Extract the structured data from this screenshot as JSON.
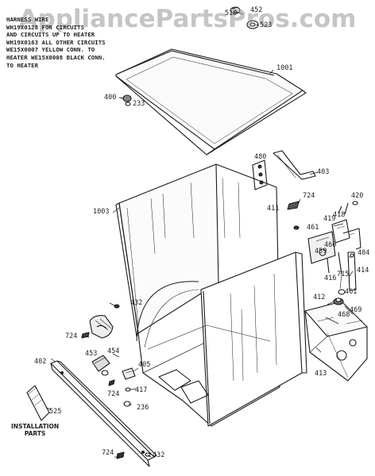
{
  "watermark": "AppliancePartsPros.com",
  "note_text": "HARNESS WIRE\nWH19X0128 FOR CIRCUITS\nAND CIRCUITS UP TO HEATER\nWH19X0163 ALL OTHER CIRCUITS\nWE15X0007 YELLOW CONN. TO\nHEATER WE15X0008 BLACK CONN.\nTO HEATER",
  "installation_label": "INSTALLATION\nPARTS",
  "labels": {
    "l510": "510",
    "l452": "452",
    "l523": "523",
    "l1001": "1001",
    "l400": "400",
    "l233": "233",
    "l480": "480",
    "l403": "403",
    "l1003": "1003",
    "l724a": "724",
    "l411": "411",
    "l420": "420",
    "l418": "418",
    "l419": "419",
    "l461a": "461",
    "l460": "460",
    "l459": "459",
    "l404": "404",
    "l416": "416",
    "l715": "715",
    "l414": "414",
    "l461b": "461",
    "l412": "412",
    "l469": "469",
    "l468": "468",
    "l432a": "432",
    "l724b": "724",
    "l454": "454",
    "l453": "453",
    "l405": "405",
    "l402": "402",
    "l417": "417",
    "l724c": "724",
    "l236": "236",
    "l525": "525",
    "l413": "413",
    "l724d": "724",
    "l432b": "432"
  },
  "colors": {
    "ink": "#1a1a1a",
    "watermark": "#969696"
  }
}
